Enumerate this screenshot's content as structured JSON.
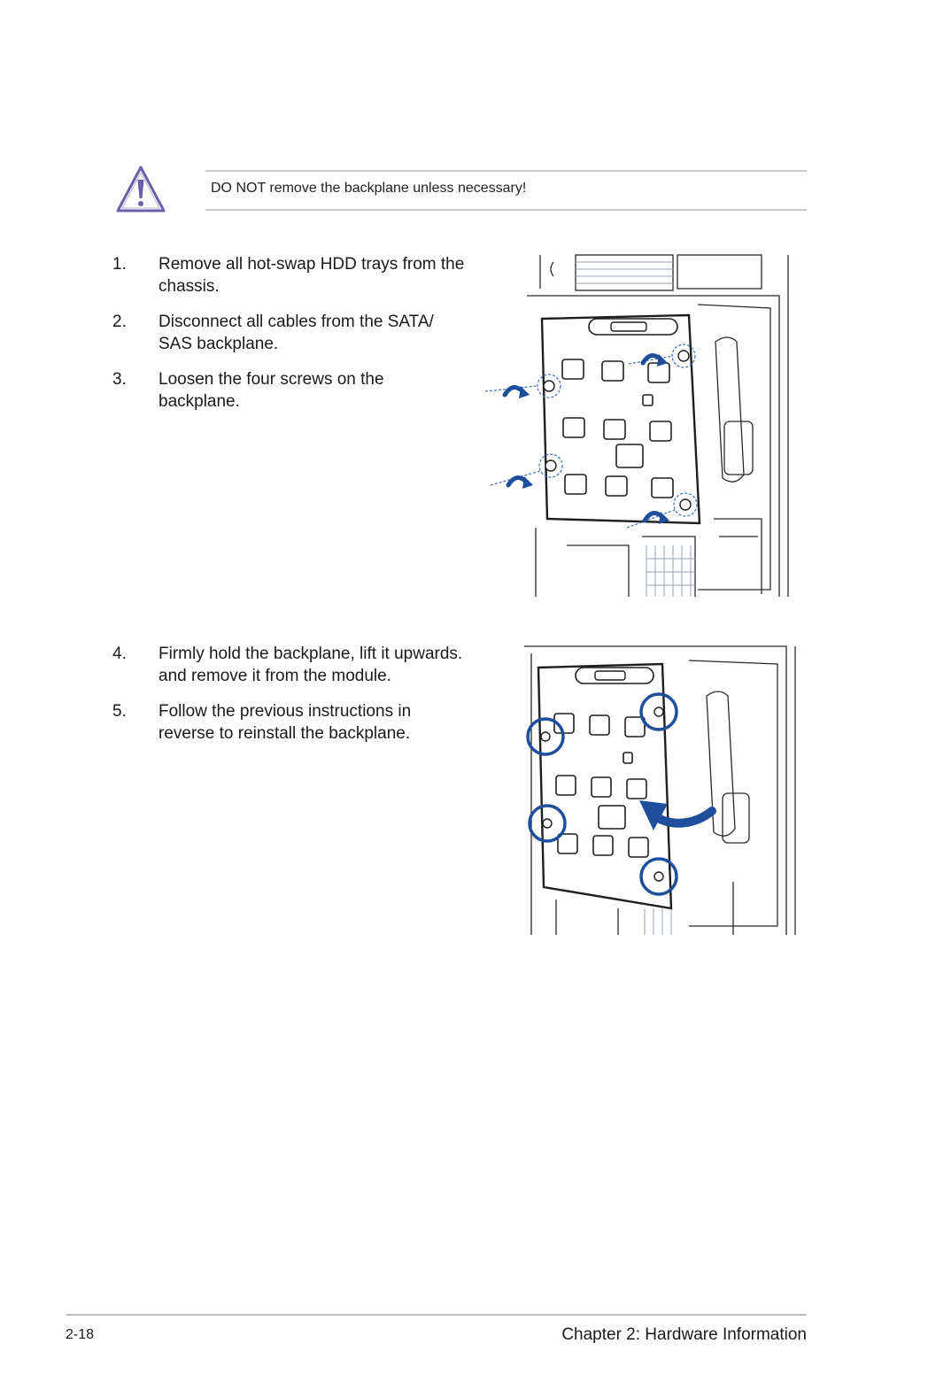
{
  "note": {
    "icon": "caution-icon",
    "text": "DO NOT remove the backplane unless necessary!"
  },
  "steps_part1": [
    {
      "number": "1.",
      "text": "Remove all hot-swap HDD trays from the chassis."
    },
    {
      "number": "2.",
      "text": "Disconnect all cables from the SATA/ SAS backplane."
    },
    {
      "number": "3.",
      "text": "Loosen the four screws on the backplane."
    }
  ],
  "steps_part2": [
    {
      "number": "4.",
      "text": "Firmly hold the backplane, lift it upwards. and remove it from the module."
    },
    {
      "number": "5.",
      "text": "Follow the previous instructions in reverse to reinstall the backplane."
    }
  ],
  "colors": {
    "accent": "#1f4e9c",
    "line": "#2a2a2a",
    "light_line": "#8aa0b8",
    "caution": "#6b5fa8"
  },
  "footer": {
    "page_number": "2-18",
    "chapter": "Chapter 2: Hardware Information"
  }
}
